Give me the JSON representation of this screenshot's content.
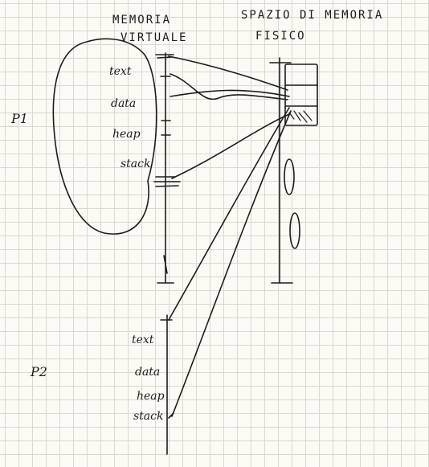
{
  "diagram": {
    "virtual_title_line1": "MEMORIA",
    "virtual_title_line2": "VIRTUALE",
    "physical_title_line1": "SPAZIO DI MEMORIA",
    "physical_title_line2": "FISICO",
    "process_1": "P1",
    "process_2": "P2",
    "p1_segments": [
      "text",
      "data",
      "heap",
      "stack"
    ],
    "p2_segments": [
      "text",
      "data",
      "heap",
      "stack"
    ],
    "ink_color": "#1c1c1c",
    "grid_color": "#d9d9cf",
    "paper_color": "#fbfaf4"
  }
}
